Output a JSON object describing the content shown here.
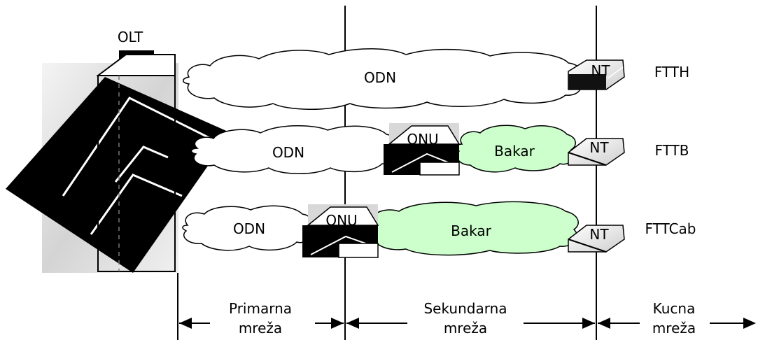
{
  "olt": {
    "label": "OLT"
  },
  "rows": [
    {
      "odn_label": "ODN",
      "onu_label": "",
      "copper_label": "",
      "nt_label": "NT",
      "type_label": "FTTH"
    },
    {
      "odn_label": "ODN",
      "onu_label": "ONU",
      "copper_label": "Bakar",
      "nt_label": "NT",
      "type_label": "FTTB"
    },
    {
      "odn_label": "ODN",
      "onu_label": "ONU",
      "copper_label": "Bakar",
      "nt_label": "NT",
      "type_label": "FTTCab"
    }
  ],
  "segments": [
    {
      "line1": "Primarna",
      "line2": "mreža"
    },
    {
      "line1": "Sekundarna",
      "line2": "mreža"
    },
    {
      "line1": "Kucna",
      "line2": "mreža"
    }
  ],
  "colors": {
    "copper_fill": "#ccffcc",
    "odn_fill": "#ffffff",
    "line": "#000000",
    "device_body": "#000000",
    "olt_shadow": "#d9d9d9"
  }
}
